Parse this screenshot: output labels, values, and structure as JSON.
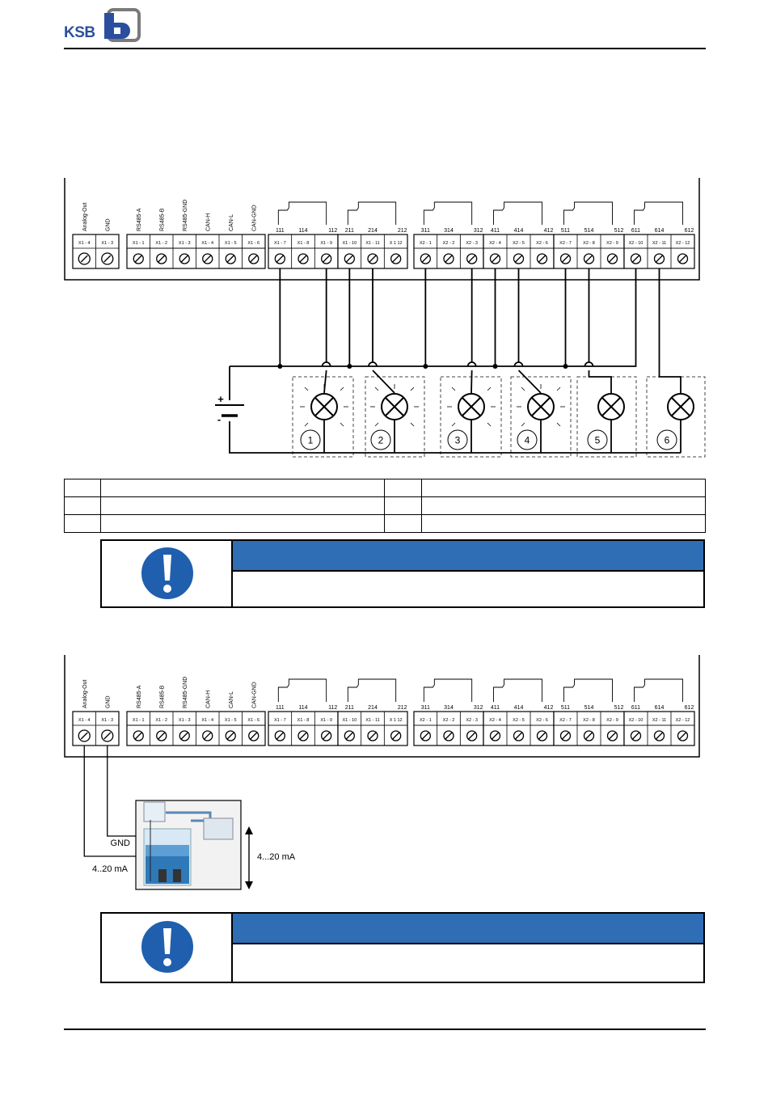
{
  "header": {
    "logo_text": "KSB"
  },
  "diagram1": {
    "left_labels": [
      "Analog-Out",
      "GND"
    ],
    "left_terminals": [
      "X1 - 4",
      "X1 - 3"
    ],
    "comm_labels": [
      "RS485-A",
      "RS485-B",
      "RS485-GND",
      "CAN-H",
      "CAN-L",
      "CAN-GND"
    ],
    "comm_terminals": [
      "X1 - 1",
      "X1 - 2",
      "X1 - 3",
      "X1 - 4",
      "X1 - 5",
      "X1 - 6"
    ],
    "relay_a_terminals": [
      "X1 - 7",
      "X1 - 8",
      "X1 - 9",
      "X1 - 10",
      "X1 - 11",
      "X 1 12"
    ],
    "relay_a_contacts": [
      "111",
      "114",
      "112",
      "211",
      "214",
      "212"
    ],
    "relay_b_terminals": [
      "X2 - 1",
      "X2 - 2",
      "X2 - 3",
      "X2 - 4",
      "X2 - 5",
      "X2 - 6",
      "X2 - 7",
      "X2 - 8",
      "X2 - 9",
      "X2 - 10",
      "X2 - 11",
      "X2 - 12"
    ],
    "relay_b_contacts": [
      "311",
      "314",
      "312",
      "411",
      "414",
      "412",
      "511",
      "514",
      "512",
      "611",
      "614",
      "612"
    ],
    "battery": {
      "plus": "+",
      "minus": "-"
    },
    "lamp_numbers": [
      "1",
      "2",
      "3",
      "4",
      "5",
      "6"
    ]
  },
  "legend": {
    "rows": [
      [
        "",
        "",
        "",
        ""
      ],
      [
        "",
        "",
        "",
        ""
      ],
      [
        "",
        "",
        "",
        ""
      ]
    ]
  },
  "note1": {
    "title": "",
    "text": ""
  },
  "diagram2": {
    "left_labels": [
      "Analog-Out",
      "GND"
    ],
    "left_terminals": [
      "X1 - 4",
      "X1 - 3"
    ],
    "comm_labels": [
      "RS485-A",
      "RS485-B",
      "RS485-GND",
      "CAN-H",
      "CAN-L",
      "CAN-GND"
    ],
    "comm_terminals": [
      "X1 - 1",
      "X1 - 2",
      "X1 - 3",
      "X1 - 4",
      "X1 - 5",
      "X1 - 6"
    ],
    "relay_a_terminals": [
      "X1 - 7",
      "X1 - 8",
      "X1 - 9",
      "X1 - 10",
      "X1 - 11",
      "X 1 12"
    ],
    "relay_a_contacts": [
      "111",
      "114",
      "112",
      "211",
      "214",
      "212"
    ],
    "relay_b_terminals": [
      "X2 - 1",
      "X2 - 2",
      "X2 - 3",
      "X2 - 4",
      "X2 - 5",
      "X2 - 6",
      "X2 - 7",
      "X2 - 8",
      "X2 - 9",
      "X2 - 10",
      "X2 - 11",
      "X2 - 12"
    ],
    "relay_b_contacts": [
      "311",
      "314",
      "312",
      "411",
      "414",
      "412",
      "511",
      "514",
      "512",
      "611",
      "614",
      "612"
    ],
    "gnd_label": "GND",
    "signal_label": "4..20 mA",
    "range_label": "4...20 mA"
  },
  "note2": {
    "title": "",
    "text": ""
  },
  "colors": {
    "accent": "#2f6db5",
    "icon_blue": "#1f5fae",
    "line": "#000000",
    "dashes": "#555555"
  }
}
